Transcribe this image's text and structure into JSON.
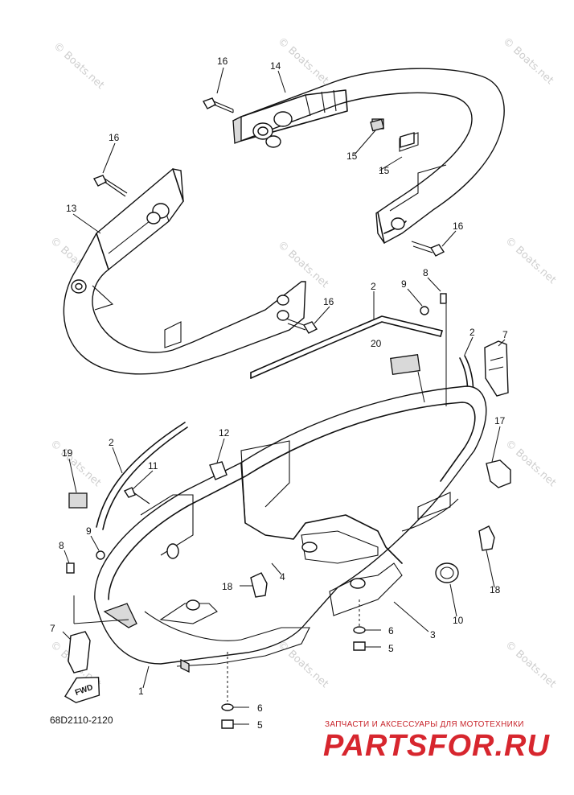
{
  "watermark": "© Boats.net",
  "callouts": [
    "16",
    "14",
    "16",
    "15",
    "15",
    "13",
    "16",
    "16",
    "9",
    "8",
    "2",
    "2",
    "7",
    "20",
    "12",
    "17",
    "19",
    "2",
    "11",
    "9",
    "8",
    "4",
    "18",
    "18",
    "3",
    "10",
    "6",
    "5",
    "7",
    "1",
    "6",
    "5"
  ],
  "fwd_label": "FWD",
  "part_code": "68D2110-2120",
  "brand": {
    "tagline": "ЗАПЧАСТИ И АКСЕССУАРЫ ДЛЯ МОТОТЕХНИКИ",
    "logo": "PARTSFOR.RU",
    "color": "#d7262e"
  }
}
